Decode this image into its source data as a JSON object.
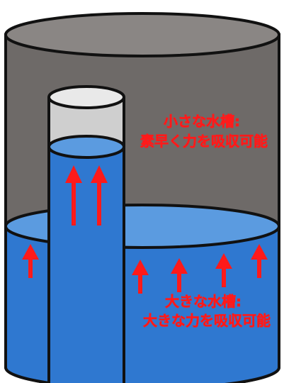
{
  "labels": {
    "small_tank_title": "小さな水槽:",
    "small_tank_desc": "素早く力を吸収可能",
    "large_tank_title": "大きな水槽:",
    "large_tank_desc": "大きな力を吸収可能"
  },
  "colors": {
    "outer_wall": "#6e6a68",
    "outer_top": "#8a8684",
    "water": "#2f78d0",
    "water_surface": "#5b9be0",
    "small_tube_wall": "#cfcfcf",
    "small_tube_top": "#e9e9e9",
    "arrow": "#ff1a1a",
    "outline": "#111111"
  },
  "icons": {
    "up_arrow": "up-arrow-icon"
  }
}
